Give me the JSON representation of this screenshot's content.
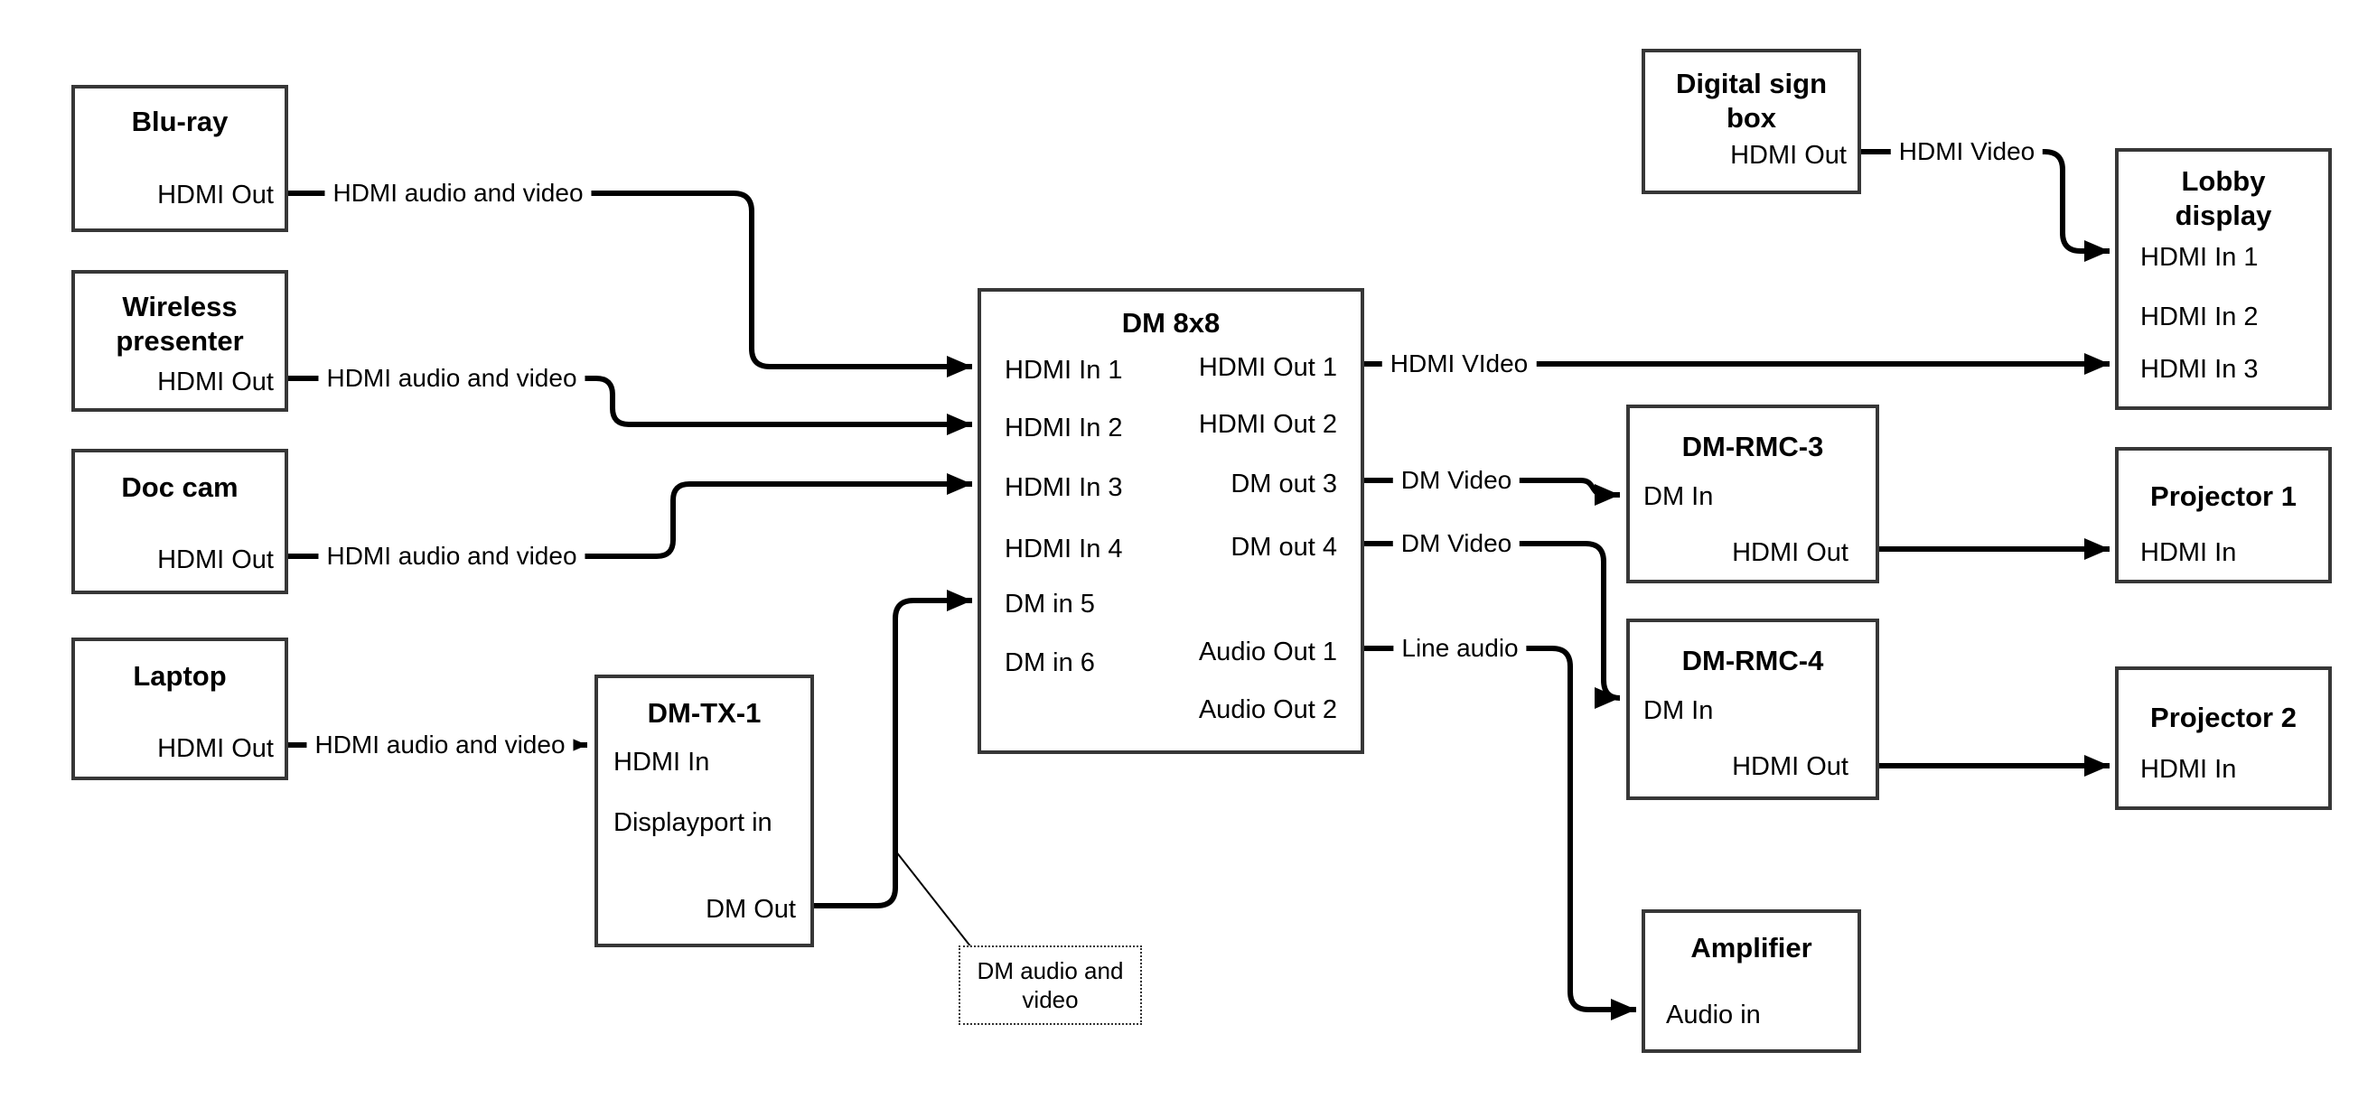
{
  "nodes": {
    "bluray": {
      "title": "Blu-ray",
      "port": "HDMI Out"
    },
    "wireless": {
      "title": "Wireless presenter",
      "port": "HDMI Out"
    },
    "doccam": {
      "title": "Doc cam",
      "port": "HDMI Out"
    },
    "laptop": {
      "title": "Laptop",
      "port": "HDMI Out"
    },
    "dmtx1": {
      "title": "DM-TX-1",
      "ports": [
        "HDMI In",
        "Displayport in",
        "DM Out"
      ]
    },
    "dm8x8": {
      "title": "DM 8x8",
      "inputs": [
        "HDMI In 1",
        "HDMI In 2",
        "HDMI In 3",
        "HDMI In 4",
        "DM in 5",
        "DM in 6"
      ],
      "outputs": [
        "HDMI Out 1",
        "HDMI Out 2",
        "DM out 3",
        "DM out 4",
        "Audio Out 1",
        "Audio Out 2"
      ]
    },
    "signbox": {
      "title": "Digital sign box",
      "port": "HDMI Out"
    },
    "lobby": {
      "title": "Lobby display",
      "ports": [
        "HDMI In 1",
        "HDMI In 2",
        "HDMI In 3"
      ]
    },
    "dmrmc3": {
      "title": "DM-RMC-3",
      "ports": [
        "DM In",
        "HDMI Out"
      ]
    },
    "proj1": {
      "title": "Projector 1",
      "port": "HDMI In"
    },
    "dmrmc4": {
      "title": "DM-RMC-4",
      "ports": [
        "DM In",
        "HDMI Out"
      ]
    },
    "proj2": {
      "title": "Projector 2",
      "port": "HDMI In"
    },
    "amp": {
      "title": "Amplifier",
      "port": "Audio in"
    }
  },
  "wire_labels": {
    "bluray": "HDMI audio and video",
    "wireless": "HDMI audio and video",
    "doccam": "HDMI audio and video",
    "laptop": "HDMI audio and video",
    "hdmi_out1": "HDMI VIdeo",
    "sign": "HDMI Video",
    "dm_out3": "DM Video",
    "dm_out4": "DM Video",
    "audio_out1": "Line audio",
    "note": "DM audio and video"
  },
  "colors": {
    "background": "#ffffff",
    "line": "#000000",
    "box_border": "#373737",
    "text": "#000000"
  }
}
